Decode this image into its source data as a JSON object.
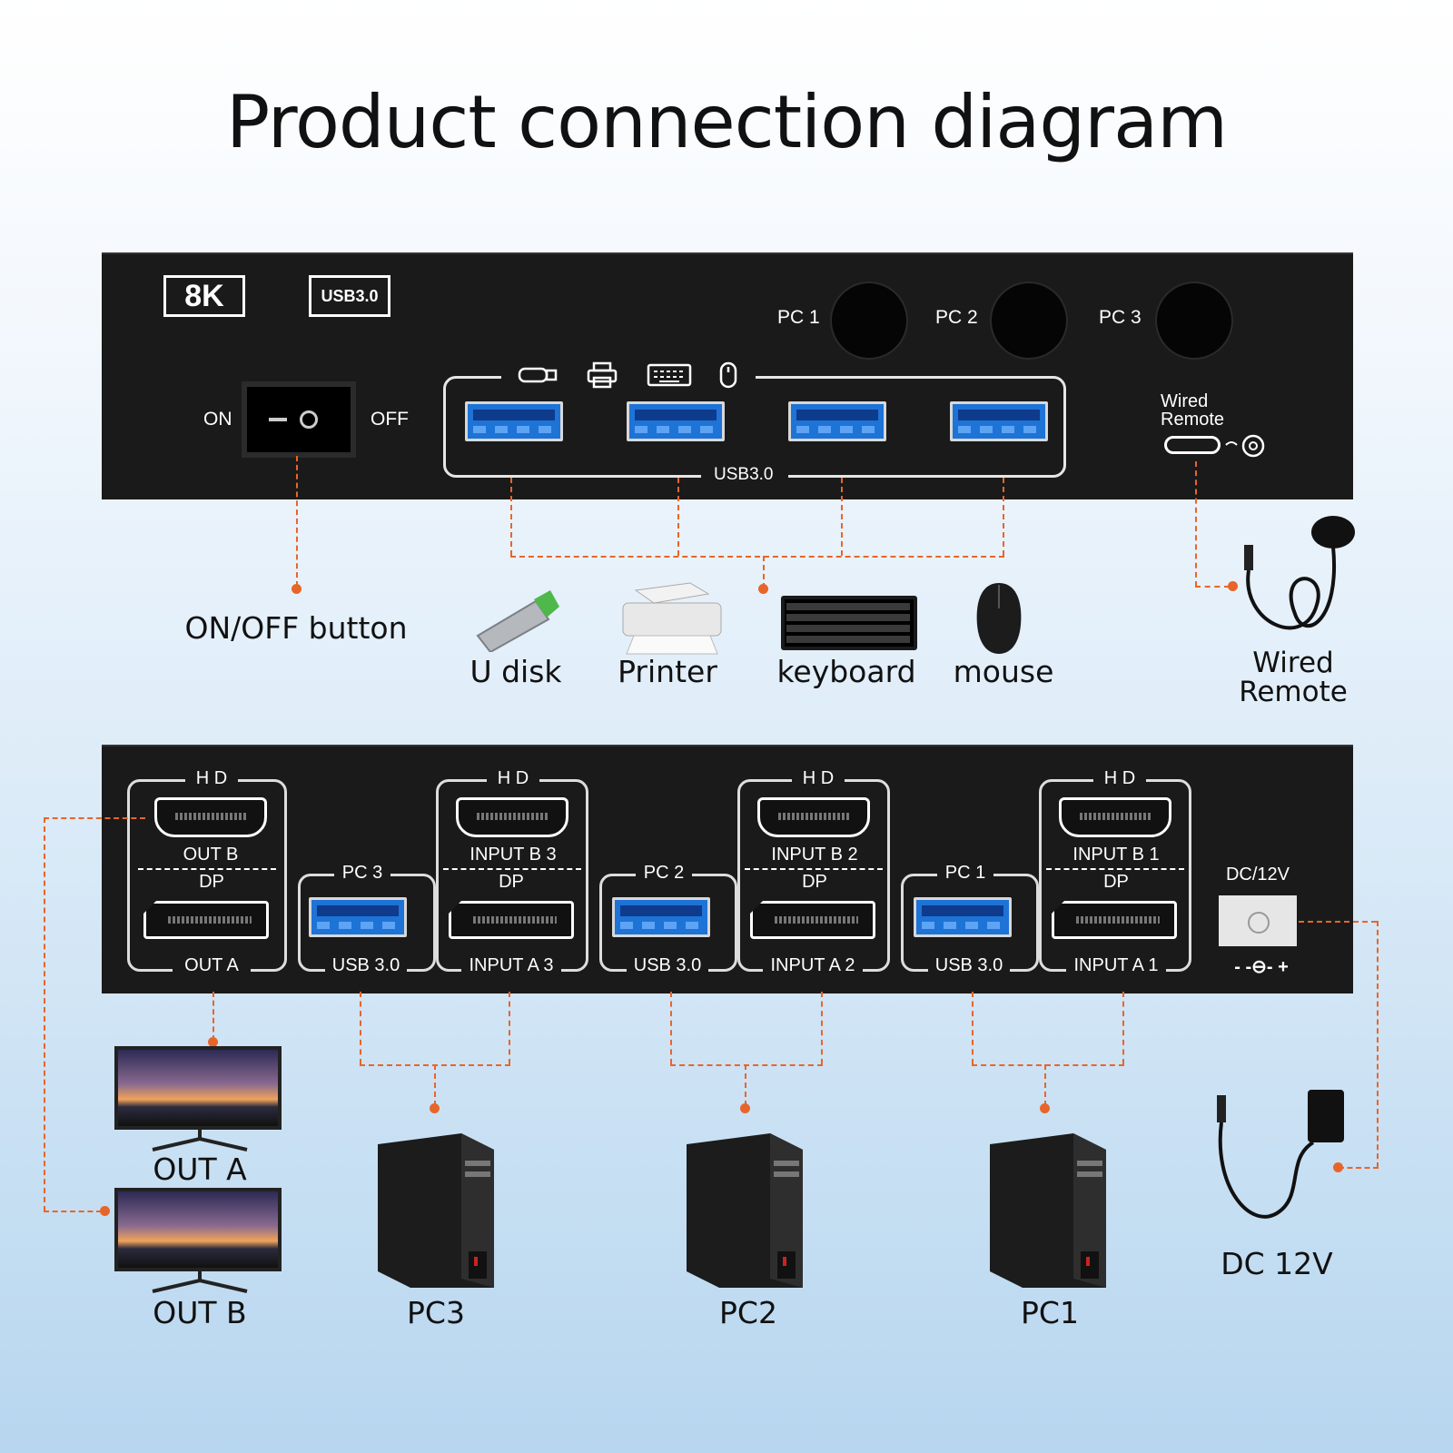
{
  "title": "Product connection diagram",
  "colors": {
    "panel": "#1a1a1a",
    "connector_line": "#e8652a",
    "usb_blue": "#1e73d6"
  },
  "top_panel": {
    "badge_8k": "8K",
    "badge_usb": "USB3.0",
    "pc_buttons": [
      "PC 1",
      "PC 2",
      "PC 3"
    ],
    "switch_on": "ON",
    "switch_off": "OFF",
    "usb_group_label": "USB3.0",
    "usb_icons": [
      "usb-drive-icon",
      "printer-icon",
      "keyboard-icon",
      "mouse-icon"
    ],
    "wired_remote_port": "Wired\nRemote"
  },
  "top_labels": {
    "onoff": "ON/OFF button",
    "u_disk": "U disk",
    "printer": "Printer",
    "keyboard": "keyboard",
    "mouse": "mouse",
    "wired_remote": "Wired\nRemote"
  },
  "bottom_panel": {
    "hd": "H D",
    "dp": "DP",
    "out_b": "OUT B",
    "out_a": "OUT A",
    "groups": [
      {
        "pc": "PC 3",
        "usb": "USB 3.0",
        "input_b": "INPUT B 3",
        "input_a": "INPUT A 3"
      },
      {
        "pc": "PC 2",
        "usb": "USB 3.0",
        "input_b": "INPUT B 2",
        "input_a": "INPUT A 2"
      },
      {
        "pc": "PC 1",
        "usb": "USB 3.0",
        "input_b": "INPUT B 1",
        "input_a": "INPUT A 1"
      }
    ],
    "dc": "DC/12V",
    "polarity": "- -⊖- +"
  },
  "bottom_labels": {
    "out_a": "OUT A",
    "out_b": "OUT B",
    "pc3": "PC3",
    "pc2": "PC2",
    "pc1": "PC1",
    "dc": "DC 12V"
  }
}
